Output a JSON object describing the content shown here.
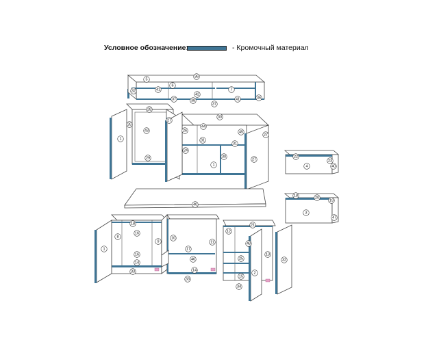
{
  "legend": {
    "title": "Условное обозначение:",
    "edge_color": "#3f7595",
    "description": "- Кромочный материал"
  },
  "labels": {
    "top_shelf": [
      "5",
      "36",
      "6",
      "7",
      "41",
      "42",
      "41",
      "32",
      "37",
      "38",
      "37",
      "36"
    ],
    "left_cabinet": [
      "28",
      "27",
      "26",
      "43",
      "1",
      "29"
    ],
    "center_cabinet": [
      "30",
      "27",
      "26",
      "44",
      "45",
      "31",
      "31",
      "24",
      "30",
      "1",
      "27"
    ],
    "drawer_small": [
      "22",
      "4",
      "23",
      "40"
    ],
    "drawer_large": [
      "18",
      "20",
      "19",
      "3",
      "47"
    ],
    "tabletop": [
      "40"
    ],
    "bottom_left": [
      "18",
      "16",
      "8",
      "9",
      "1",
      "16",
      "14",
      "33"
    ],
    "bottom_center": [
      "10",
      "11",
      "17",
      "46",
      "14",
      "33"
    ],
    "bottom_right": [
      "21",
      "12",
      "48",
      "13",
      "25",
      "15",
      "2",
      "34",
      "32"
    ]
  }
}
